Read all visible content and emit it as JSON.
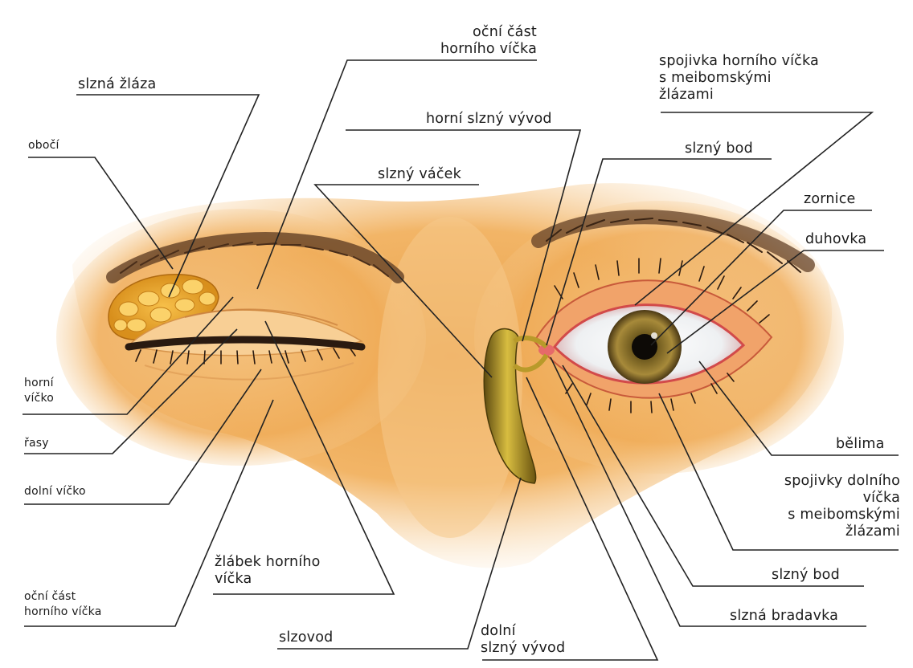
{
  "labels": {
    "ocni_cast_top": [
      "oční část",
      "horního víčka"
    ],
    "slzna_zlaza": "slzná žláza",
    "spojivka_horniho": [
      "spojivka horního víčka",
      "s meibomskými",
      "žlázami"
    ],
    "oboci": "obočí",
    "horni_slzny_vyvod": "horní slzný vývod",
    "slzny_bod_top": "slzný bod",
    "slzny_vacek": "slzný váček",
    "zornice": "zornice",
    "duhovka": "duhovka",
    "horni_vicko": [
      "horní",
      "víčko"
    ],
    "rasy": "řasy",
    "dolni_vicko": "dolní víčko",
    "belima": "bělima",
    "spojivky_dolniho": [
      "spojivky dolního",
      "víčka",
      "s meibomskými",
      "žlázami"
    ],
    "zlabek": [
      "žlábek horního",
      "víčka"
    ],
    "ocni_cast_bottom": [
      "oční část",
      "horního víčka"
    ],
    "slzny_bod_bottom": "slzný bod",
    "slzna_bradavka": "slzná bradavka",
    "slzovod": "slzovod",
    "dolni_slzny_vyvod": [
      "dolní",
      "slzný vývod"
    ]
  }
}
